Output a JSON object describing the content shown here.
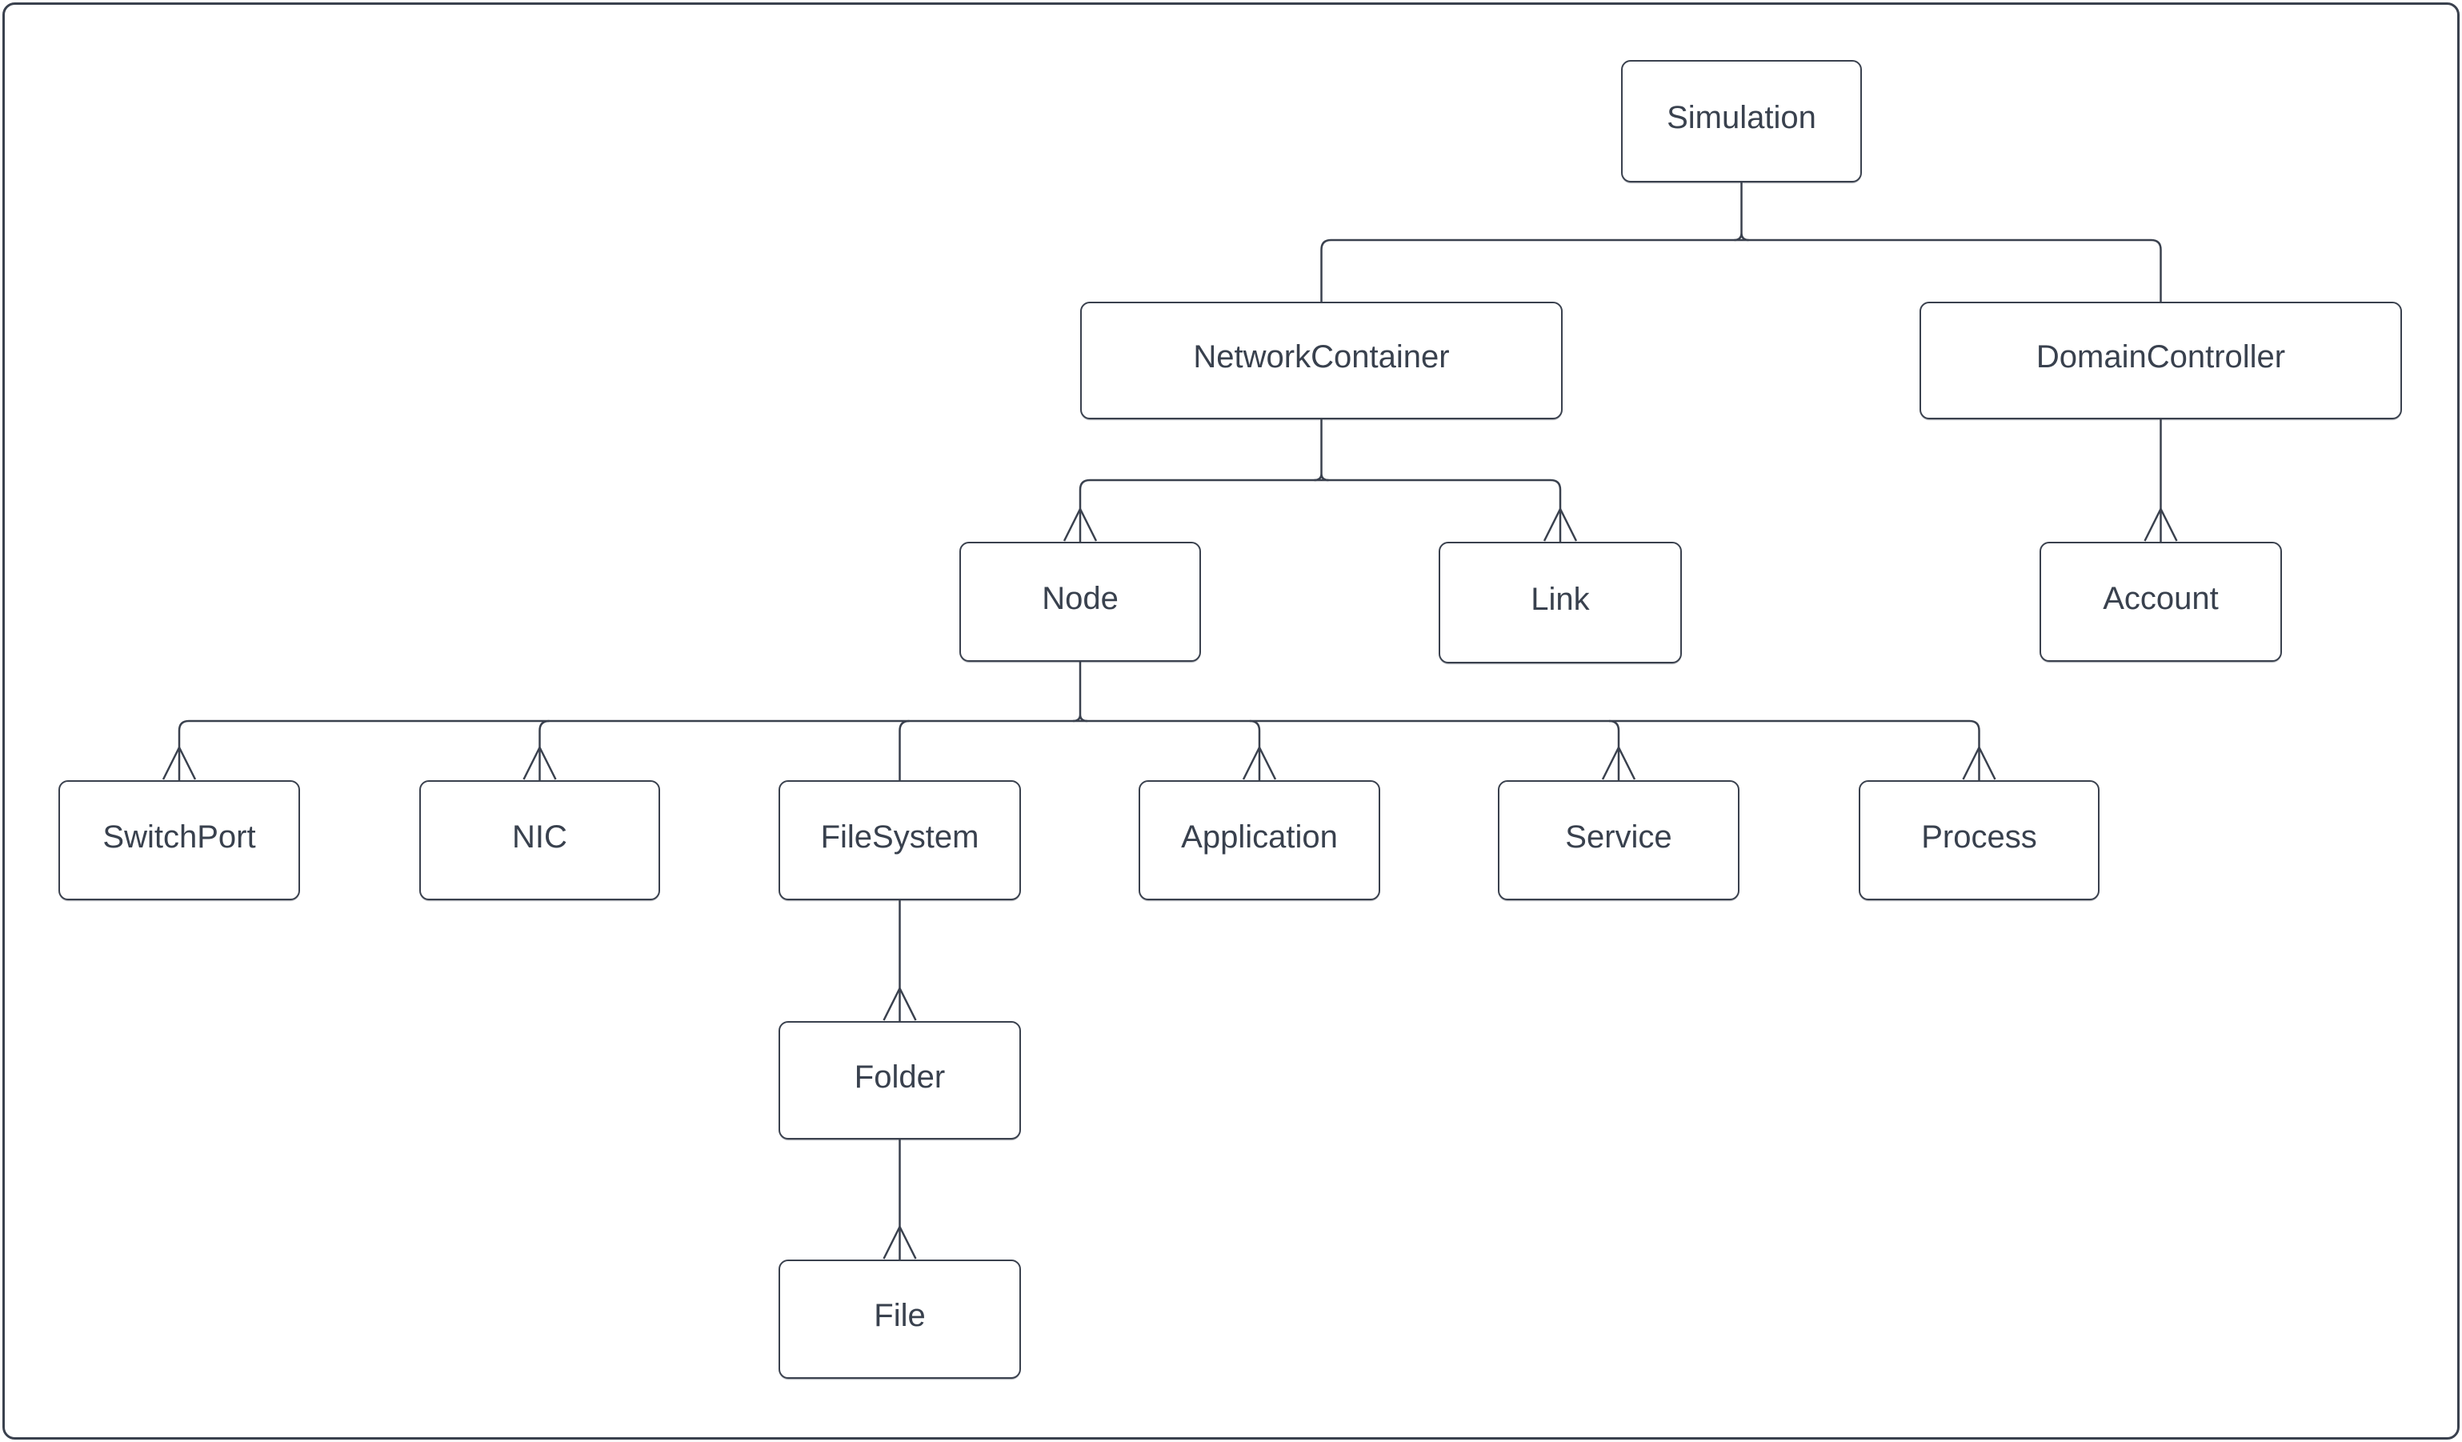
{
  "colors": {
    "stroke": "#3A414E",
    "text": "#39414E",
    "canvas_background": "#FFFFFF",
    "node_fill": "#FFFFFF"
  },
  "nodes": {
    "simulation": {
      "label": "Simulation"
    },
    "network_container": {
      "label": "NetworkContainer"
    },
    "domain_controller": {
      "label": "DomainController"
    },
    "node": {
      "label": "Node"
    },
    "link": {
      "label": "Link"
    },
    "account": {
      "label": "Account"
    },
    "switchport": {
      "label": "SwitchPort"
    },
    "nic": {
      "label": "NIC"
    },
    "filesystem": {
      "label": "FileSystem"
    },
    "application": {
      "label": "Application"
    },
    "service": {
      "label": "Service"
    },
    "process": {
      "label": "Process"
    },
    "folder": {
      "label": "Folder"
    },
    "file": {
      "label": "File"
    }
  },
  "edges": [
    {
      "from": "simulation",
      "to": "network_container",
      "open_arrowhead_at_child": false
    },
    {
      "from": "simulation",
      "to": "domain_controller",
      "open_arrowhead_at_child": false
    },
    {
      "from": "network_container",
      "to": "node",
      "open_arrowhead_at_child": true
    },
    {
      "from": "network_container",
      "to": "link",
      "open_arrowhead_at_child": true
    },
    {
      "from": "domain_controller",
      "to": "account",
      "open_arrowhead_at_child": true
    },
    {
      "from": "node",
      "to": "switchport",
      "open_arrowhead_at_child": true
    },
    {
      "from": "node",
      "to": "nic",
      "open_arrowhead_at_child": true
    },
    {
      "from": "node",
      "to": "filesystem",
      "open_arrowhead_at_child": false
    },
    {
      "from": "node",
      "to": "application",
      "open_arrowhead_at_child": true
    },
    {
      "from": "node",
      "to": "service",
      "open_arrowhead_at_child": true
    },
    {
      "from": "node",
      "to": "process",
      "open_arrowhead_at_child": true
    },
    {
      "from": "filesystem",
      "to": "folder",
      "open_arrowhead_at_child": true
    },
    {
      "from": "folder",
      "to": "file",
      "open_arrowhead_at_child": true
    }
  ]
}
